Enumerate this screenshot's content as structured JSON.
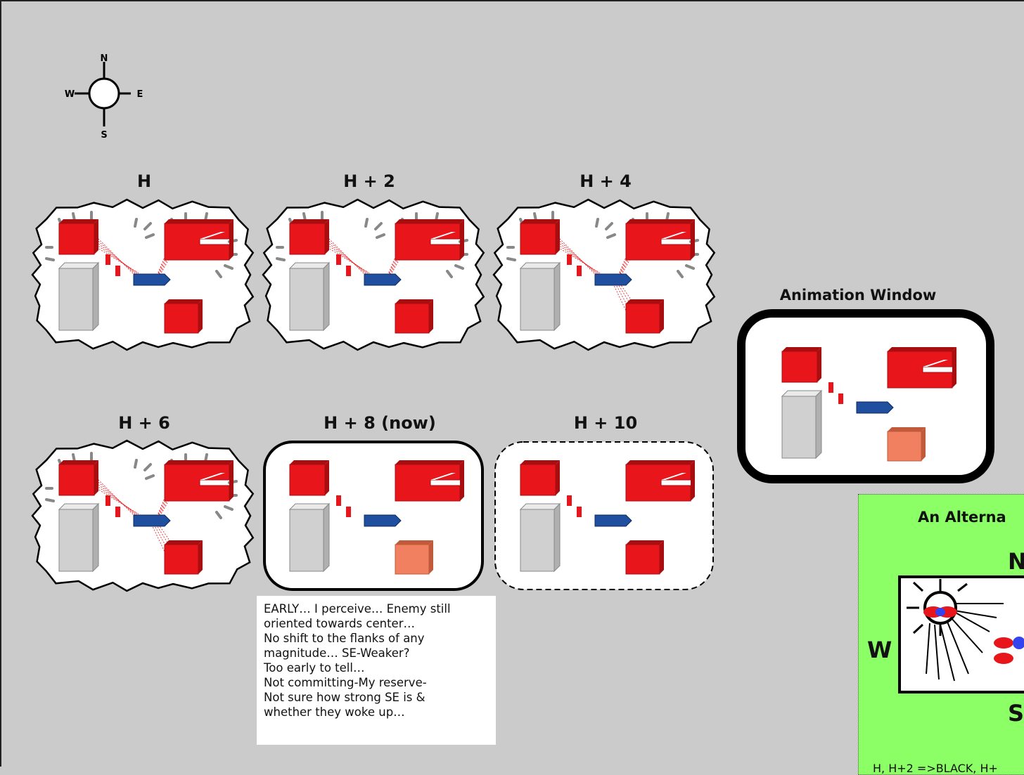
{
  "compass": {
    "n": "N",
    "s": "S",
    "e": "E",
    "w": "W"
  },
  "panels": [
    {
      "label": "H",
      "style": "cloud",
      "se_color": "#e8151b",
      "fire_to_se": false
    },
    {
      "label": "H + 2",
      "style": "cloud",
      "se_color": "#e8151b",
      "fire_to_se": false
    },
    {
      "label": "H + 4",
      "style": "cloud",
      "se_color": "#e8151b",
      "fire_to_se": true
    },
    {
      "label": "H + 6",
      "style": "cloud",
      "se_color": "#e8151b",
      "fire_to_se": true
    },
    {
      "label": "H + 8 (now)",
      "style": "solid",
      "se_color": "#f08060",
      "fire_to_se": false
    },
    {
      "label": "H + 10",
      "style": "dashed",
      "se_color": "#e8151b",
      "fire_to_se": false
    }
  ],
  "animation_window": {
    "title": "Animation Window",
    "se_color": "#f08060"
  },
  "commentary": {
    "lines": [
      "EARLY… I perceive… Enemy still",
      "oriented towards center…",
      "No shift to the flanks of any",
      "magnitude… SE-Weaker?",
      "Too early to tell…",
      "Not committing-My reserve-",
      "Not sure how strong SE is &",
      "whether they woke up…"
    ]
  },
  "alternate_view": {
    "title": "An Alterna",
    "north": "N",
    "west": "W",
    "south": "S",
    "footer": "H, H+2 =>BLACK, H+"
  },
  "colors": {
    "enemy": "#e8151b",
    "enemy_dark": "#a80d10",
    "friendly": "#1f4f9e",
    "terrain": "#d0d0d0",
    "weak": "#f08060",
    "background": "#cbcbcb",
    "alt_bg": "#8cff66"
  }
}
